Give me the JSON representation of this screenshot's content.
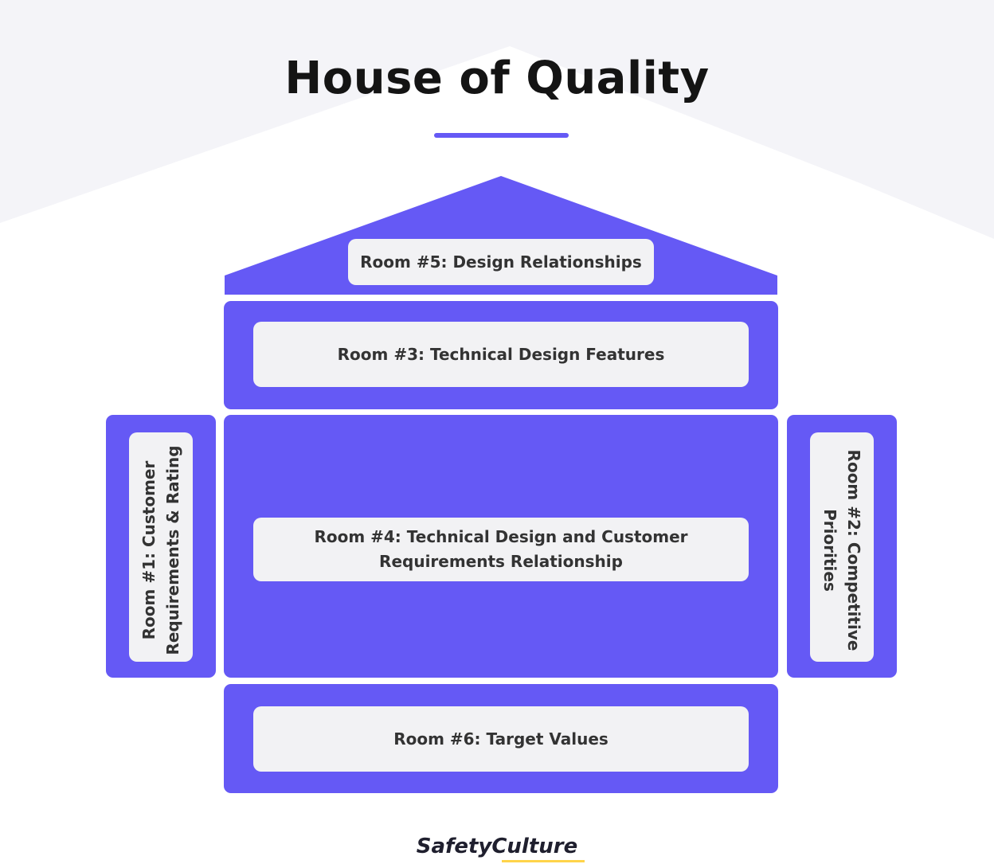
{
  "title": "House of Quality",
  "rooms": {
    "room1": "Room #1: Customer Requirements & Rating",
    "room2": "Room #2: Competitive Priorities",
    "room3": "Room #3: Technical Design Features",
    "room4": "Room #4: Technical Design and Customer Requirements Relationship",
    "room5": "Room #5: Design Relationships",
    "room6": "Room #6: Target Values"
  },
  "brand": "SafetyCulture",
  "colors": {
    "accent": "#6559f5",
    "label_bg": "#f2f2f4",
    "text": "#333333",
    "title": "#141414"
  }
}
